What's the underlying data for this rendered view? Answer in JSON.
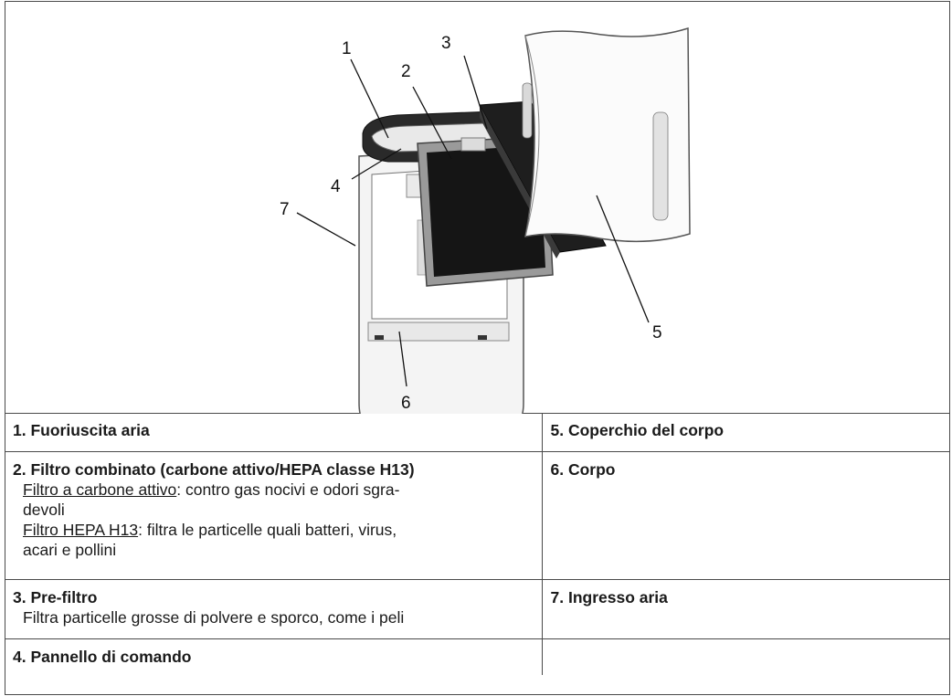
{
  "figure": {
    "callouts": [
      "1",
      "2",
      "3",
      "4",
      "5",
      "6",
      "7"
    ]
  },
  "legend": {
    "rows": [
      {
        "left": {
          "title": "1. Fuoriuscita aria"
        },
        "right": {
          "title": "5. Coperchio del corpo"
        }
      },
      {
        "left": {
          "title": "2. Filtro combinato (carbone attivo/HEPA classe H13)",
          "lines": [
            {
              "term": "Filtro a carbone attivo",
              "text": ": contro gas nocivi e odori sgra-"
            },
            {
              "term": "",
              "text": "devoli"
            },
            {
              "term": "Filtro HEPA H13",
              "text": ": filtra le particelle quali batteri, virus,"
            },
            {
              "term": "",
              "text": "acari e pollini"
            }
          ]
        },
        "right": {
          "title": "6. Corpo"
        }
      },
      {
        "left": {
          "title": "3. Pre-filtro",
          "text": "Filtra particelle grosse di polvere e sporco, come i peli"
        },
        "right": {
          "title": "7. Ingresso aria"
        }
      },
      {
        "left": {
          "title": "4. Pannello di comando"
        },
        "right": {
          "title": ""
        }
      }
    ]
  }
}
